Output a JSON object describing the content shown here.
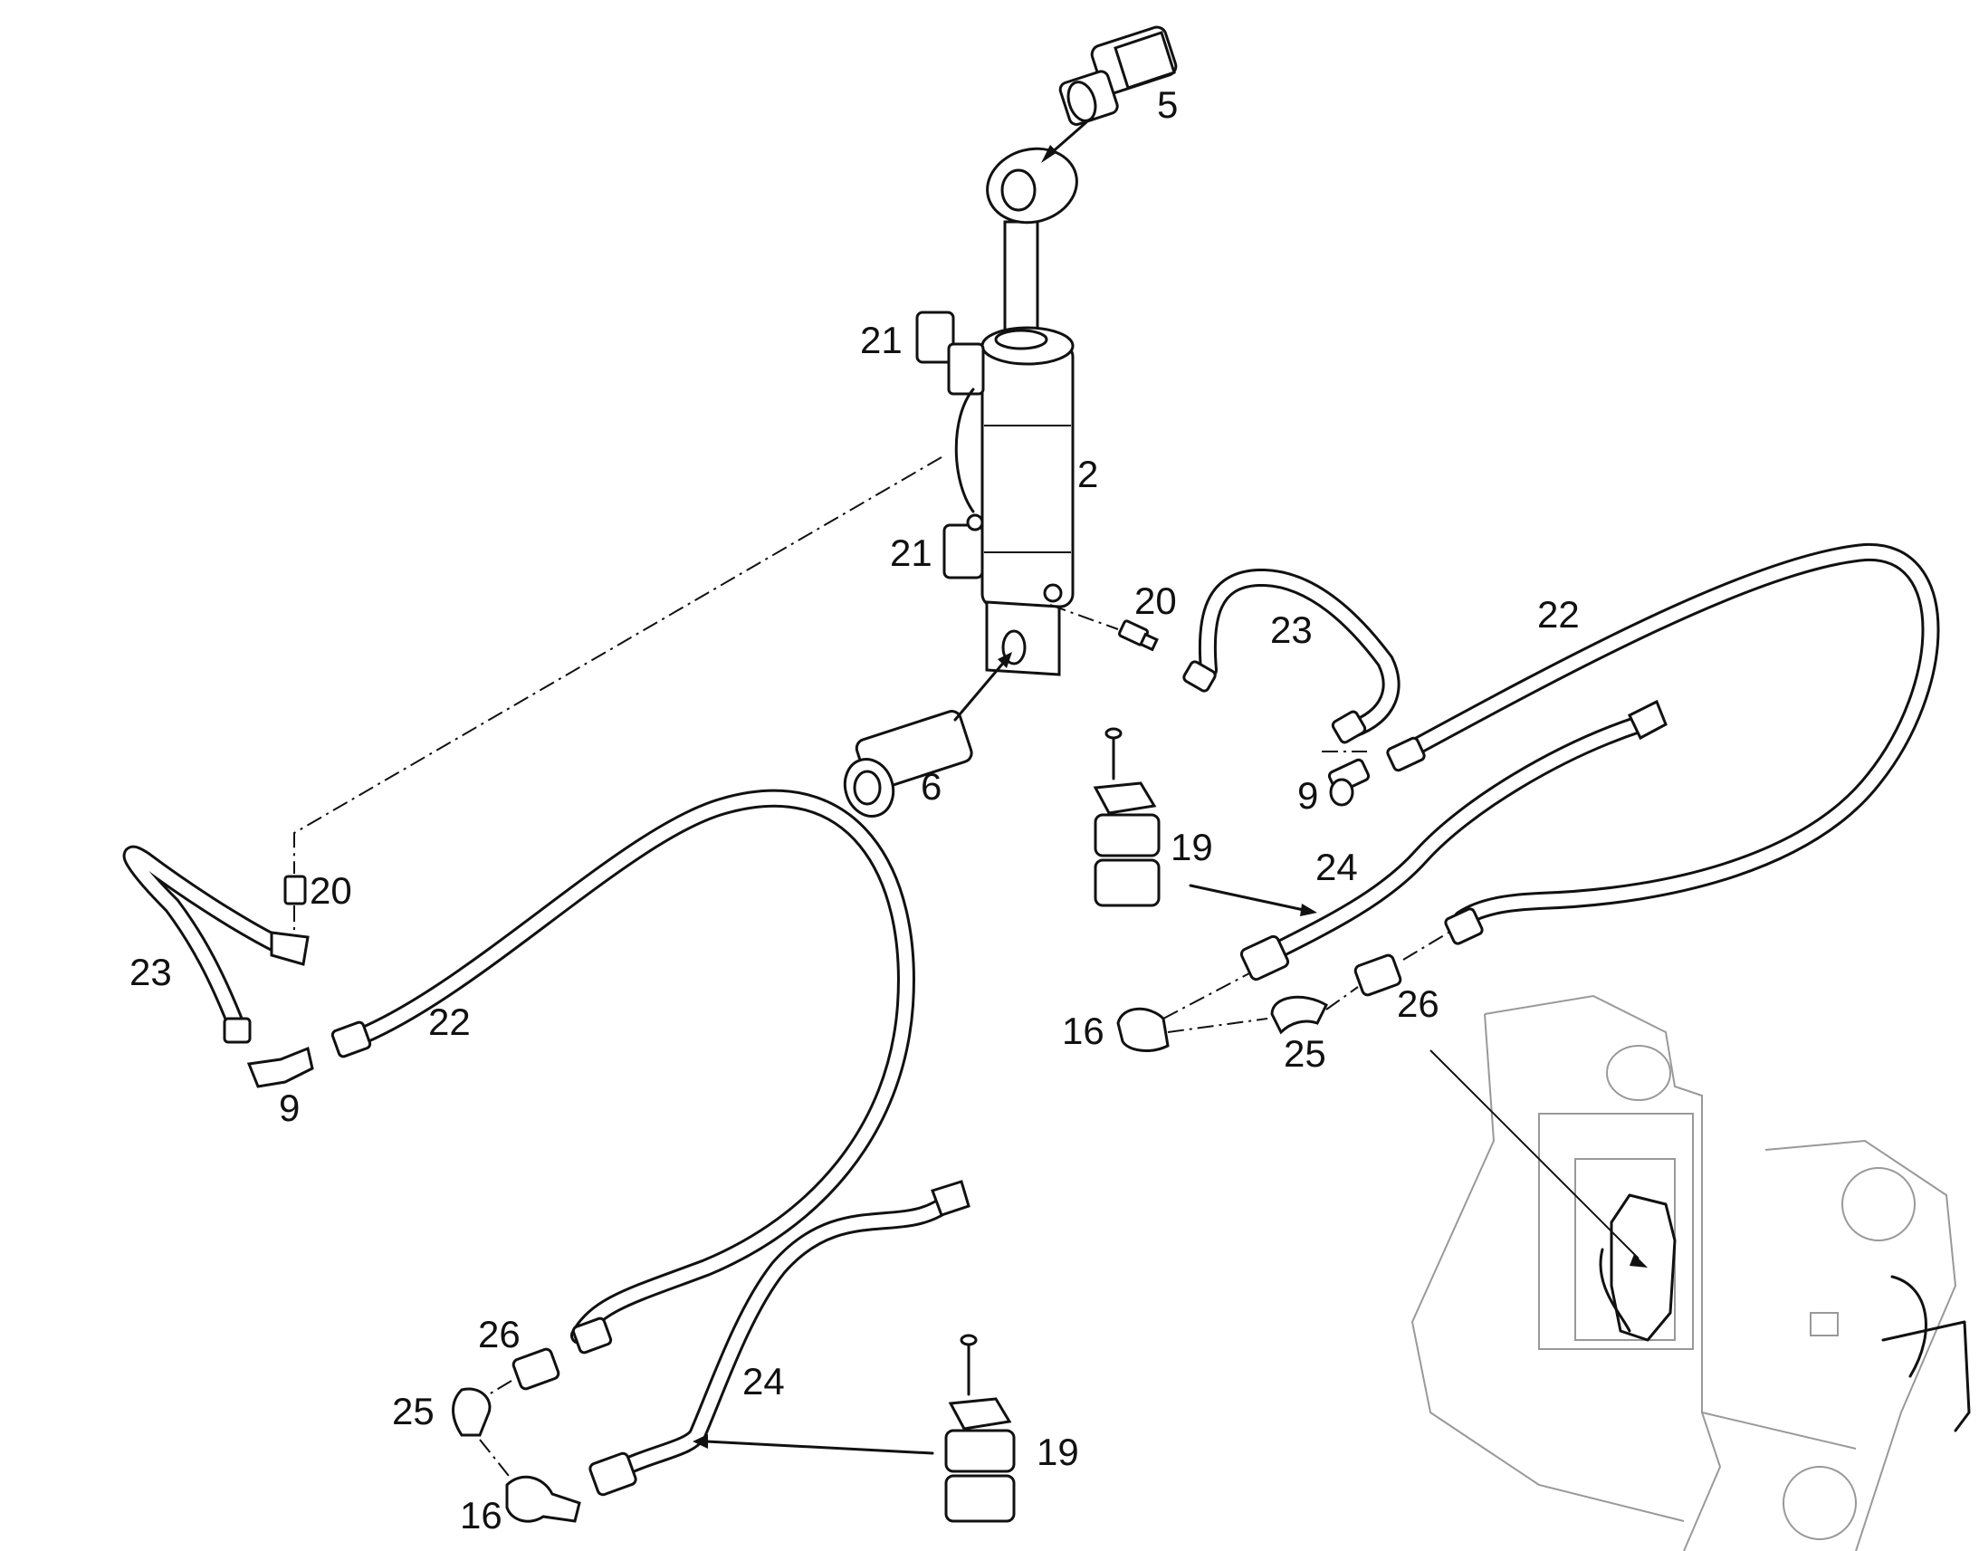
{
  "labels": {
    "p5": "5",
    "p2": "2",
    "p21a": "21",
    "p21b": "21",
    "p20a": "20",
    "p20b": "20",
    "p23a": "23",
    "p23b": "23",
    "p22a": "22",
    "p22b": "22",
    "p9a": "9",
    "p9b": "9",
    "p6": "6",
    "p19a": "19",
    "p19b": "19",
    "p24a": "24",
    "p24b": "24",
    "p16a": "16",
    "p16b": "16",
    "p25a": "25",
    "p25b": "25",
    "p26a": "26",
    "p26b": "26"
  },
  "colors": {
    "line": "#111111",
    "background": "#ffffff",
    "context": "#999999"
  }
}
